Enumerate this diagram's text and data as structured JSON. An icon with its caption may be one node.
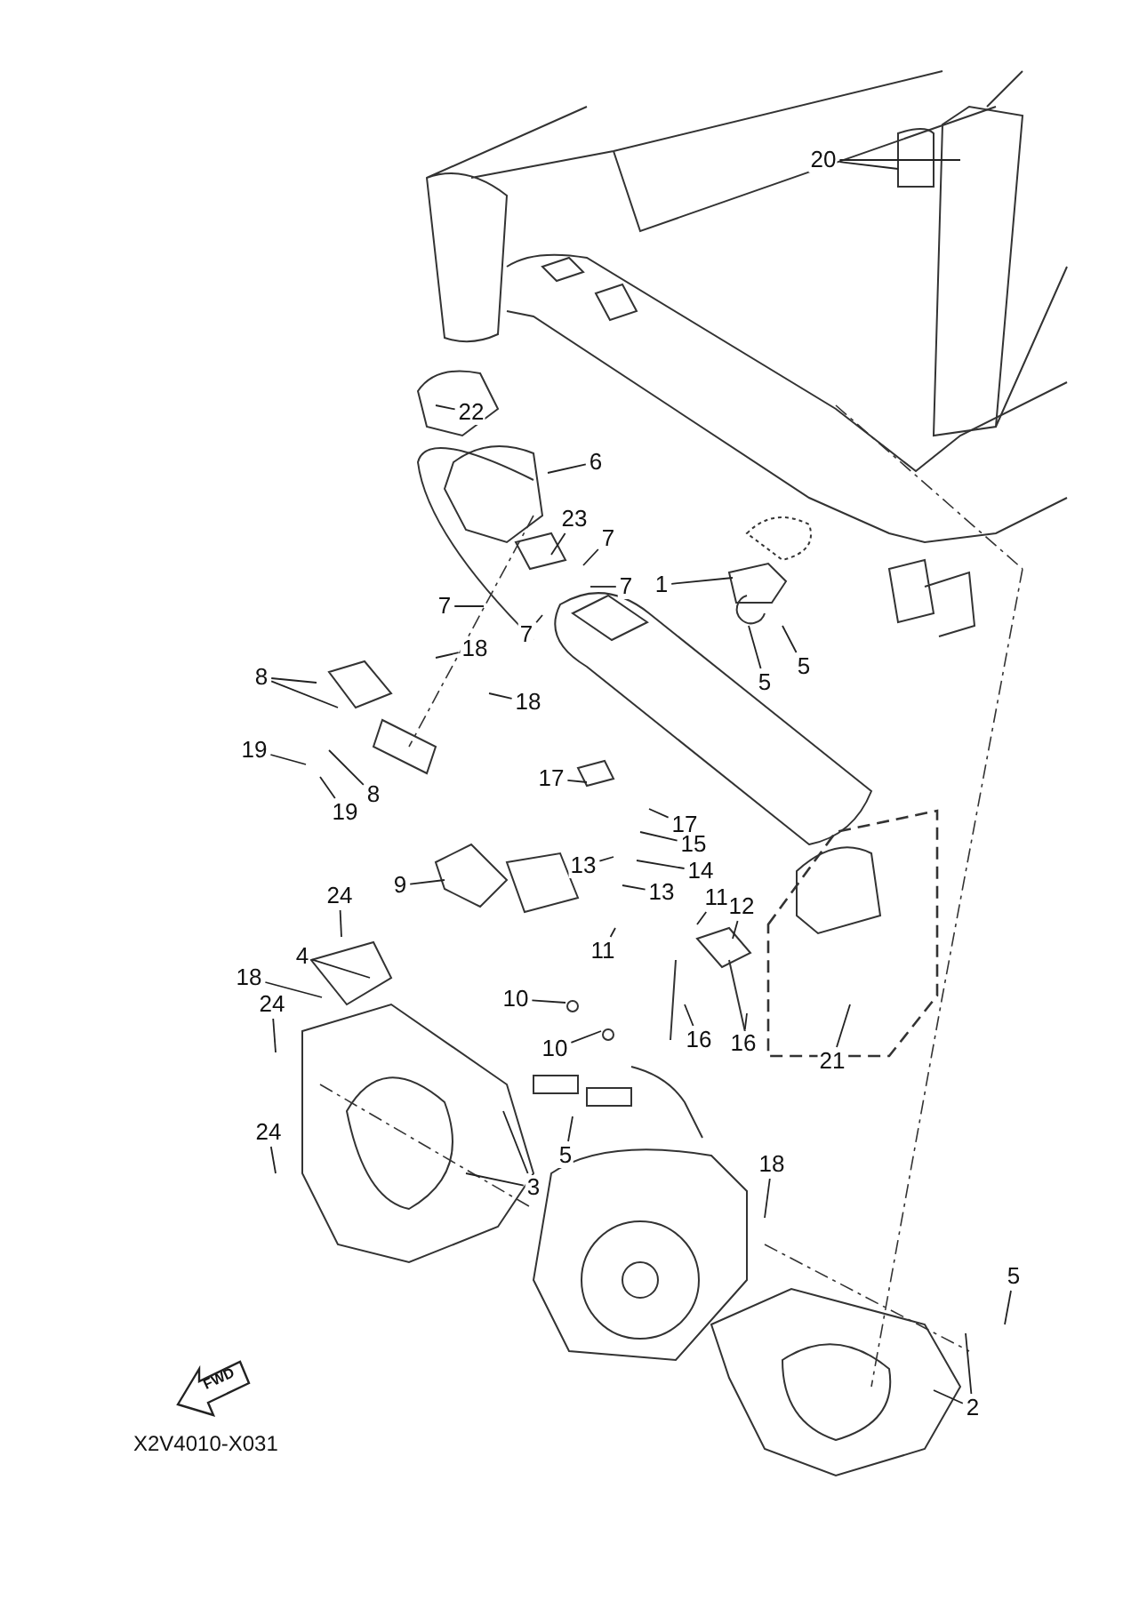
{
  "diagram": {
    "nodes": [
      {
        "text": [
          "20"
        ]
      },
      {
        "text": [
          "22"
        ]
      },
      {
        "text": [
          "6"
        ]
      },
      {
        "text": [
          "23"
        ]
      },
      {
        "text": [
          "7"
        ]
      },
      {
        "text": [
          "7"
        ]
      },
      {
        "text": [
          "1"
        ]
      },
      {
        "text": [
          "7"
        ]
      },
      {
        "text": [
          "7"
        ]
      },
      {
        "text": [
          "18"
        ]
      },
      {
        "text": [
          "8"
        ]
      },
      {
        "text": [
          "5"
        ]
      },
      {
        "text": [
          "5"
        ]
      },
      {
        "text": [
          "18"
        ]
      },
      {
        "text": [
          "19"
        ]
      },
      {
        "text": [
          "8"
        ]
      },
      {
        "text": [
          "19"
        ]
      },
      {
        "text": [
          "17"
        ]
      },
      {
        "text": [
          "17"
        ]
      },
      {
        "text": [
          "15"
        ]
      },
      {
        "text": [
          "14"
        ]
      },
      {
        "text": [
          "13"
        ]
      },
      {
        "text": [
          "9"
        ]
      },
      {
        "text": [
          "13"
        ]
      },
      {
        "text": [
          "24"
        ]
      },
      {
        "text": [
          "11"
        ]
      },
      {
        "text": [
          "12"
        ]
      },
      {
        "text": [
          "11"
        ]
      },
      {
        "text": [
          "4"
        ]
      },
      {
        "text": [
          "18"
        ]
      },
      {
        "text": [
          "10"
        ]
      },
      {
        "text": [
          "24"
        ]
      },
      {
        "text": [
          "10"
        ]
      },
      {
        "text": [
          "16"
        ]
      },
      {
        "text": [
          "16"
        ]
      },
      {
        "text": [
          "21"
        ]
      },
      {
        "text": [
          "5"
        ]
      },
      {
        "text": [
          "24"
        ]
      },
      {
        "text": [
          "3"
        ]
      },
      {
        "text": [
          "18"
        ]
      },
      {
        "text": [
          "5"
        ]
      },
      {
        "text": [
          "2"
        ]
      }
    ],
    "edges": [
      {
        "from": 0,
        "to": null,
        "arrow": "none"
      },
      {
        "from": 0,
        "to": null,
        "arrow": "none"
      },
      {
        "from": 1,
        "to": null,
        "arrow": "none"
      },
      {
        "from": 2,
        "to": null,
        "arrow": "none"
      },
      {
        "from": 3,
        "to": null,
        "arrow": "none"
      },
      {
        "from": 4,
        "to": null,
        "arrow": "none"
      },
      {
        "from": 5,
        "to": null,
        "arrow": "none"
      },
      {
        "from": 6,
        "to": null,
        "arrow": "none"
      },
      {
        "from": 7,
        "to": null,
        "arrow": "none"
      },
      {
        "from": 8,
        "to": null,
        "arrow": "none"
      },
      {
        "from": 9,
        "to": null,
        "arrow": "none"
      },
      {
        "from": 10,
        "to": null,
        "arrow": "none"
      },
      {
        "from": 10,
        "to": null,
        "arrow": "none"
      },
      {
        "from": 11,
        "to": null,
        "arrow": "none"
      },
      {
        "from": 12,
        "to": null,
        "arrow": "none"
      },
      {
        "from": 13,
        "to": null,
        "arrow": "none"
      },
      {
        "from": 14,
        "to": null,
        "arrow": "none"
      },
      {
        "from": 15,
        "to": null,
        "arrow": "none"
      },
      {
        "from": 16,
        "to": null,
        "arrow": "none"
      },
      {
        "from": 17,
        "to": null,
        "arrow": "none"
      },
      {
        "from": 18,
        "to": null,
        "arrow": "none"
      },
      {
        "from": 19,
        "to": null,
        "arrow": "none"
      },
      {
        "from": 20,
        "to": null,
        "arrow": "none"
      },
      {
        "from": 21,
        "to": null,
        "arrow": "none"
      },
      {
        "from": 22,
        "to": null,
        "arrow": "none"
      },
      {
        "from": 23,
        "to": null,
        "arrow": "none"
      },
      {
        "from": 24,
        "to": null,
        "arrow": "none"
      },
      {
        "from": 25,
        "to": null,
        "arrow": "none"
      },
      {
        "from": 26,
        "to": null,
        "arrow": "none"
      },
      {
        "from": 27,
        "to": null,
        "arrow": "none"
      },
      {
        "from": 28,
        "to": null,
        "arrow": "none"
      },
      {
        "from": 29,
        "to": null,
        "arrow": "none"
      },
      {
        "from": 30,
        "to": null,
        "arrow": "none"
      },
      {
        "from": 31,
        "to": null,
        "arrow": "none"
      },
      {
        "from": 32,
        "to": null,
        "arrow": "none"
      },
      {
        "from": 33,
        "to": null,
        "arrow": "none"
      },
      {
        "from": 34,
        "to": null,
        "arrow": "none"
      },
      {
        "from": 35,
        "to": null,
        "arrow": "none"
      },
      {
        "from": 36,
        "to": null,
        "arrow": "none"
      },
      {
        "from": 37,
        "to": null,
        "arrow": "none"
      },
      {
        "from": 38,
        "to": null,
        "arrow": "none"
      },
      {
        "from": 38,
        "to": null,
        "arrow": "none"
      },
      {
        "from": 39,
        "to": null,
        "arrow": "none"
      },
      {
        "from": 40,
        "to": null,
        "arrow": "none"
      },
      {
        "from": 41,
        "to": null,
        "arrow": "none"
      },
      {
        "from": 41,
        "to": null,
        "arrow": "none"
      }
    ],
    "labels": [
      "FWD",
      "X2V4010-X031"
    ]
  }
}
